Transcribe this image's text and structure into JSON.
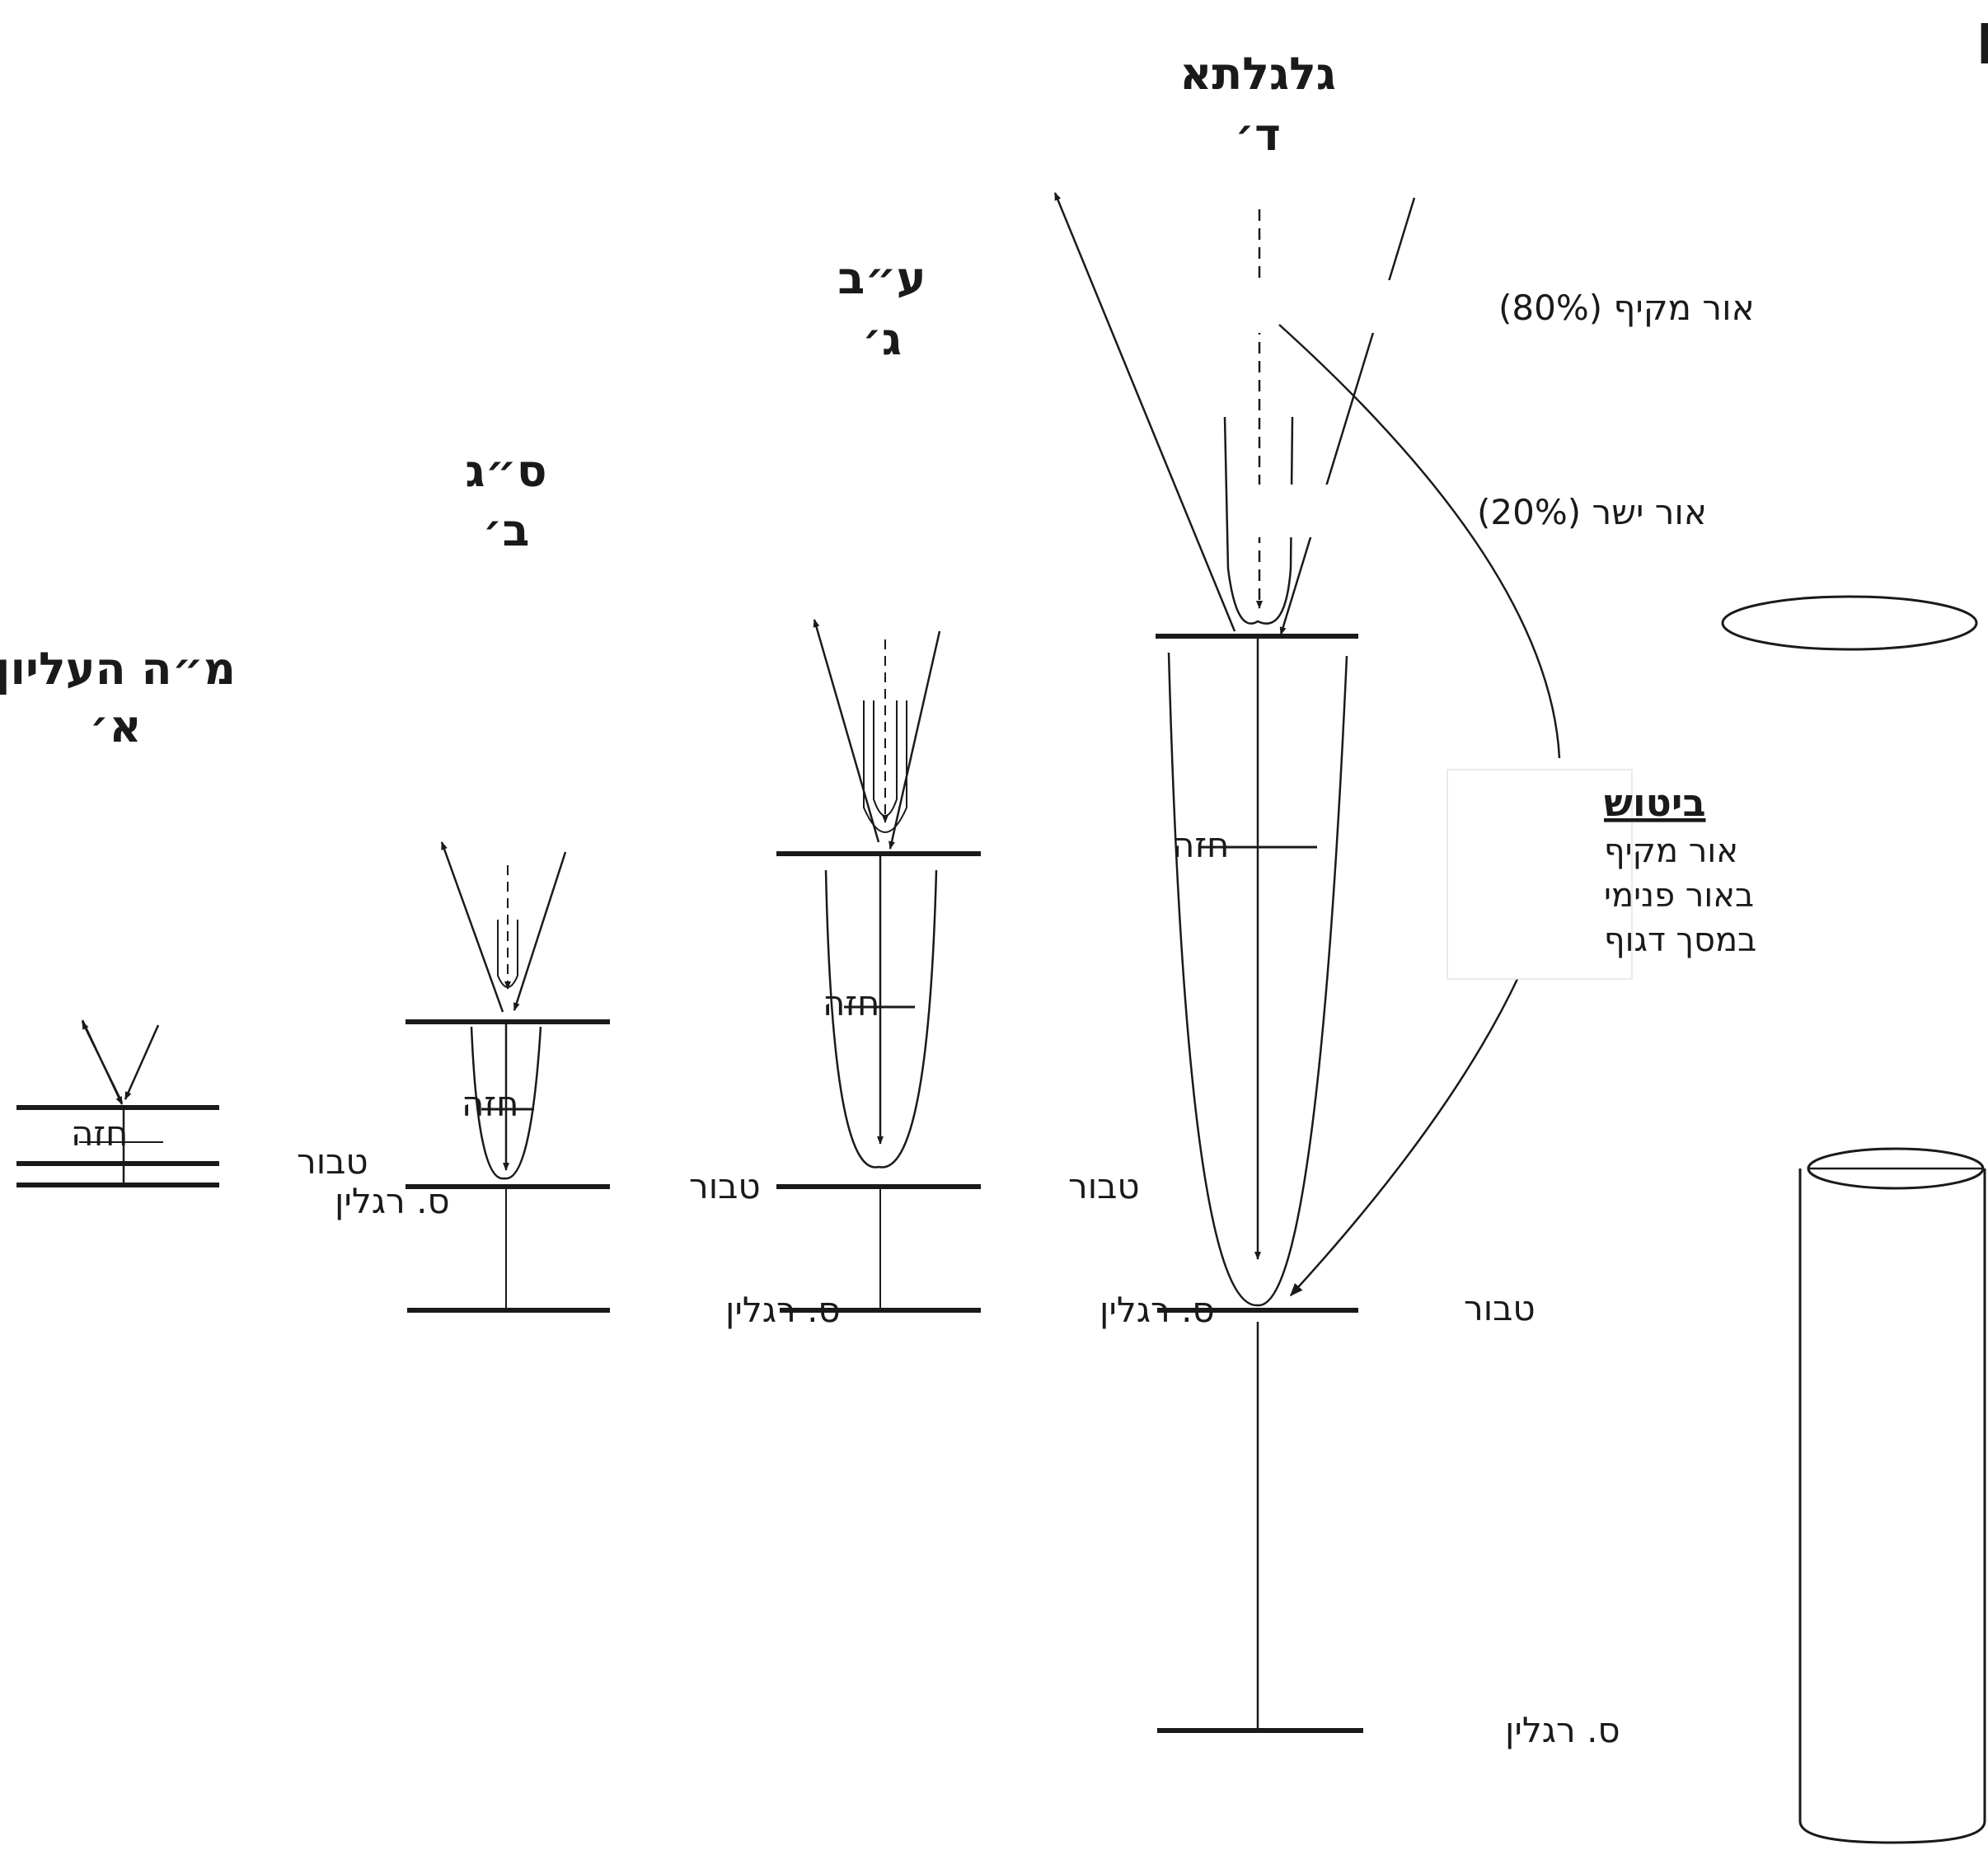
{
  "title": "עולם אדם קדמון",
  "columns": [
    {
      "name": "מ״ה העליון",
      "letter": "א׳",
      "labels": {
        "chazeh": "חזה",
        "tabur": "טבור",
        "sium": "ס. רגלין"
      }
    },
    {
      "name": "ס״ג",
      "letter": "ב׳",
      "labels": {
        "chazeh": "חזה",
        "tabur": "טבור",
        "sium": "ס. רגלין"
      }
    },
    {
      "name": "ע״ב",
      "letter": "ג׳",
      "labels": {
        "chazeh": "חזה",
        "tabur": "טבור",
        "sium": "ס. רגלין"
      }
    },
    {
      "name": "גלגלתא",
      "letter": "ד׳",
      "labels": {
        "chazeh": "חזה",
        "tabur": "טבור",
        "sium": "ס. רגלין"
      }
    }
  ],
  "light_labels": {
    "or_makif": "אור מקיף (80%)",
    "or_yashar": "אור ישר (20%)"
  },
  "bitush": {
    "title": "ביטוש",
    "lines": [
      "אור מקיף",
      "באור פנימי",
      "במסך דגוף"
    ]
  }
}
